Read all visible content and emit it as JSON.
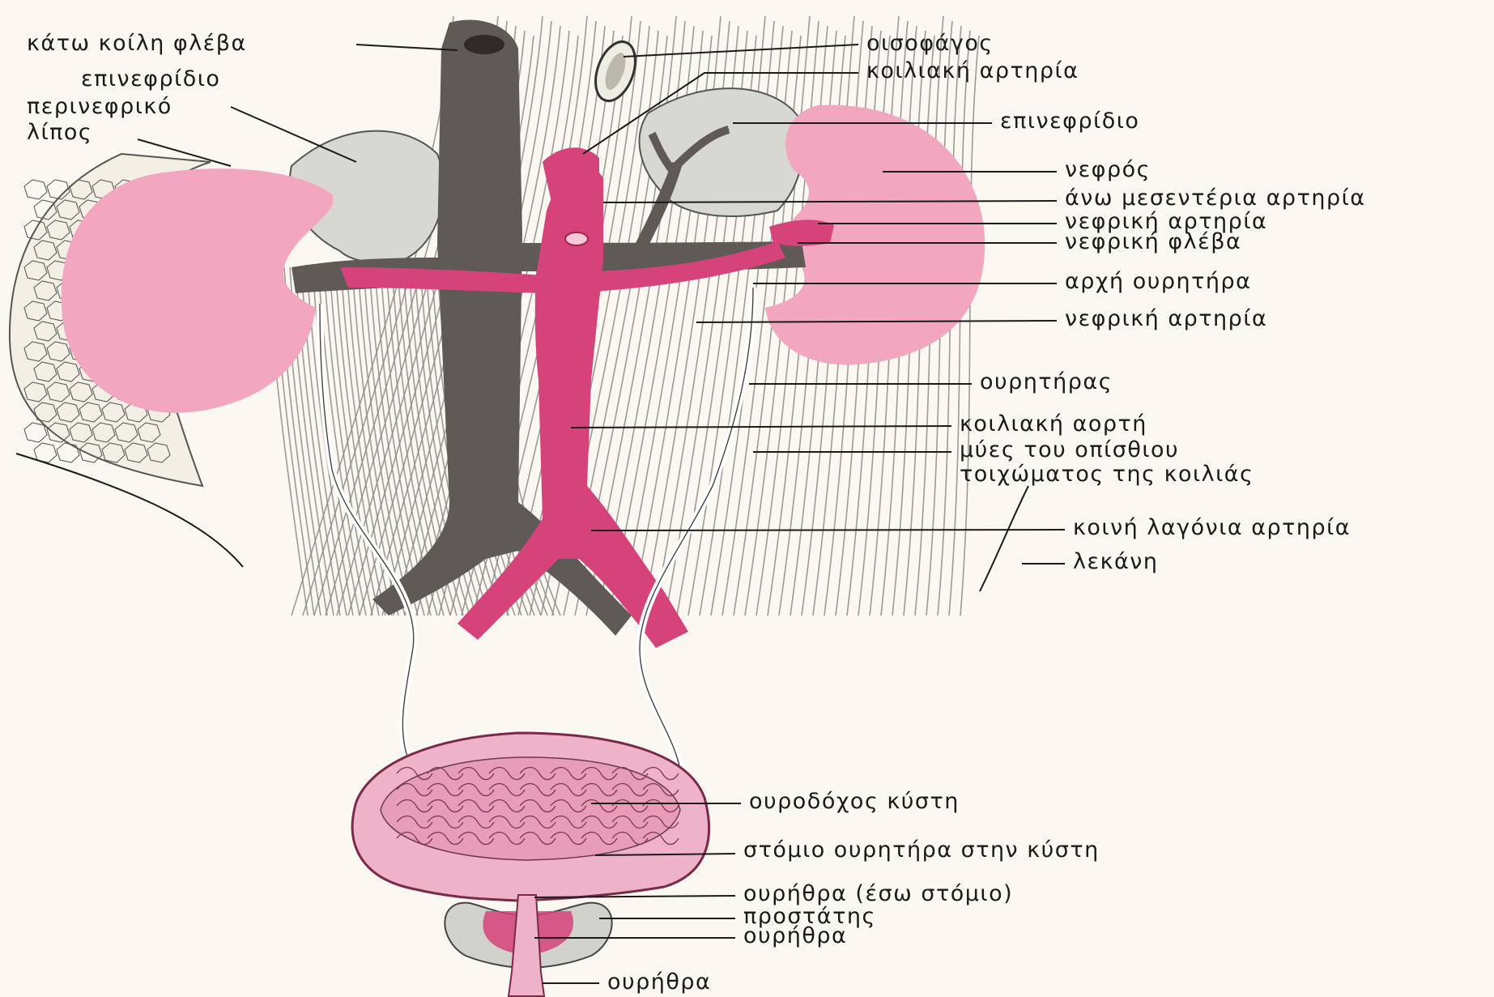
{
  "labels": {
    "ivc": "κάτω κοίλη φλέβα",
    "adrenal_left": "επινεφρίδιο",
    "perirenal_fat_1": "περινεφρικό",
    "perirenal_fat_2": "λίπος",
    "esophagus": "οισοφάγος",
    "celiac_artery": "κοιλιακή αρτηρία",
    "adrenal_right": "επινεφρίδιο",
    "kidney": "νεφρός",
    "sup_mesenteric": "άνω μεσεντέρια αρτηρία",
    "renal_artery_upper": "νεφρική αρτηρία",
    "renal_vein": "νεφρική φλέβα",
    "ureter_origin": "αρχή ουρητήρα",
    "renal_artery_lower": "νεφρική αρτηρία",
    "ureter": "ουρητήρας",
    "abdominal_aorta": "κοιλιακή αορτή",
    "muscles_1": "μύες του οπίσθιου",
    "muscles_2": "τοιχώματος της κοιλιάς",
    "common_iliac": "κοινή λαγόνια αρτηρία",
    "pelvis": "λεκάνη",
    "bladder": "ουροδόχος κύστη",
    "ureteric_orifice": "στόμιο ουρητήρα στην κύστη",
    "urethra_internal": "ουρήθρα (έσω στόμιο)",
    "prostate": "προστάτης",
    "urethra_1": "ουρήθρα",
    "urethra_2": "ουρήθρα"
  },
  "colors": {
    "vein": "#5f5a56",
    "artery": "#d6437a",
    "kidney": "#f2a6c0",
    "adrenal": "#d8d8d2",
    "bladder": "#efb3c9",
    "background": "#fbf8f1"
  }
}
